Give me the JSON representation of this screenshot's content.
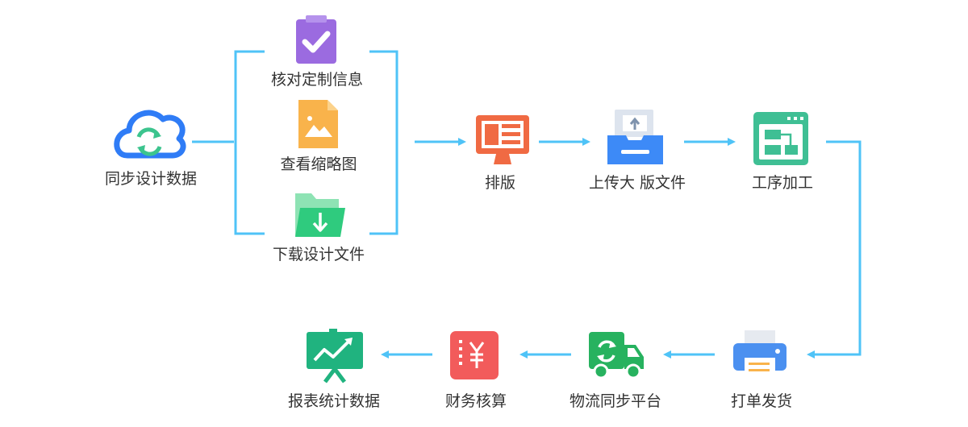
{
  "colors": {
    "connector": "#4FC3F7",
    "label_text": "#333333",
    "cloud": "#2F7CF6",
    "cloud_sync": "#3CC48E",
    "clipboard": "#9B6BE0",
    "image_file": "#F9B34B",
    "folder": "#2FCB7E",
    "monitor": "#F06A43",
    "tray": "#3D8AF7",
    "process_board": "#3FBF94",
    "printer": "#4B90F0",
    "truck": "#27B25F",
    "finance": "#F25B5B",
    "report_board": "#20B37F"
  },
  "steps": {
    "sync": {
      "label": "同步设计数据",
      "icon": "cloud-sync-icon"
    },
    "verify": {
      "label": "核对定制信息",
      "icon": "clipboard-check-icon"
    },
    "thumbnail": {
      "label": "查看缩略图",
      "icon": "image-file-icon"
    },
    "download": {
      "label": "下载设计文件",
      "icon": "folder-download-icon"
    },
    "layout": {
      "label": "排版",
      "icon": "monitor-layout-icon"
    },
    "upload": {
      "label": "上传大 版文件",
      "icon": "upload-tray-icon"
    },
    "process": {
      "label": "工序加工",
      "icon": "process-board-icon"
    },
    "ship": {
      "label": "打单发货",
      "icon": "printer-icon"
    },
    "logistics": {
      "label": "物流同步平台",
      "icon": "truck-sync-icon"
    },
    "finance": {
      "label": "财务核算",
      "icon": "yen-document-icon"
    },
    "report": {
      "label": "报表统计数据",
      "icon": "chart-board-icon"
    }
  }
}
